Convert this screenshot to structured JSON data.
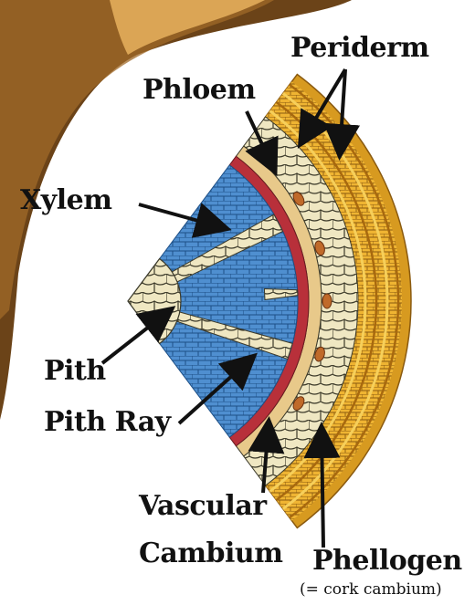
{
  "labels": {
    "periderm": "Periderm",
    "phloem": "Phloem",
    "xylem": "Xylem",
    "pith": "Pith",
    "pith_ray": "Pith Ray",
    "vascular": "Vascular",
    "cambium": "Cambium",
    "phellogen": "Phellogen",
    "phellogen_note": "(= cork cambium)"
  },
  "colors": {
    "xylem": "#4f8fd0",
    "pith": "#efe7c2",
    "vascular_cambium": "#b8303a",
    "phloem": "#e8c98a",
    "periderm": "#e8a82a",
    "bark_outer": "#d79a20",
    "background_bark": "#6b4318"
  }
}
